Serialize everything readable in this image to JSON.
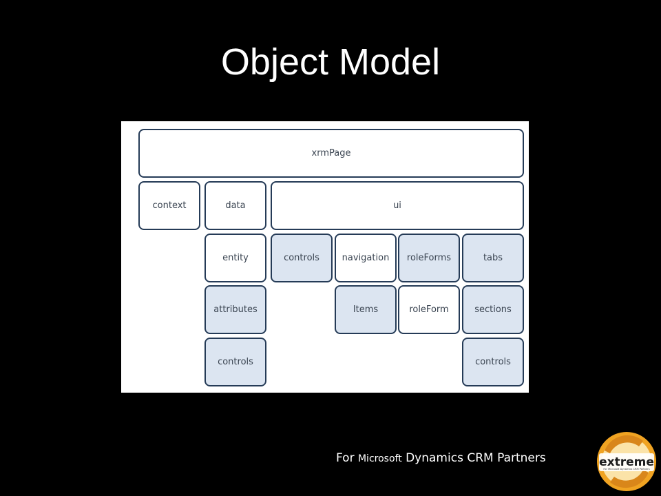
{
  "title": "Object Model",
  "diagram": {
    "xrmPage": "xrmPage",
    "context": "context",
    "data": "data",
    "ui": "ui",
    "entity": "entity",
    "ui_controls": "controls",
    "navigation": "navigation",
    "roleForms": "roleForms",
    "tabs": "tabs",
    "attributes": "attributes",
    "items": "Items",
    "roleForm": "roleForm",
    "sections": "sections",
    "attr_controls": "controls",
    "section_controls": "controls"
  },
  "footer": {
    "prefix": "For",
    "microsoft": "Microsoft",
    "suffix": "Dynamics CRM Partners"
  },
  "logo": {
    "word": "extreme",
    "tagline": "For Microsoft Dynamics CRM Partners"
  },
  "colors": {
    "box_border": "#253b57",
    "box_fill_highlight": "#dce5f1",
    "logo_orange": "#f0a322"
  }
}
